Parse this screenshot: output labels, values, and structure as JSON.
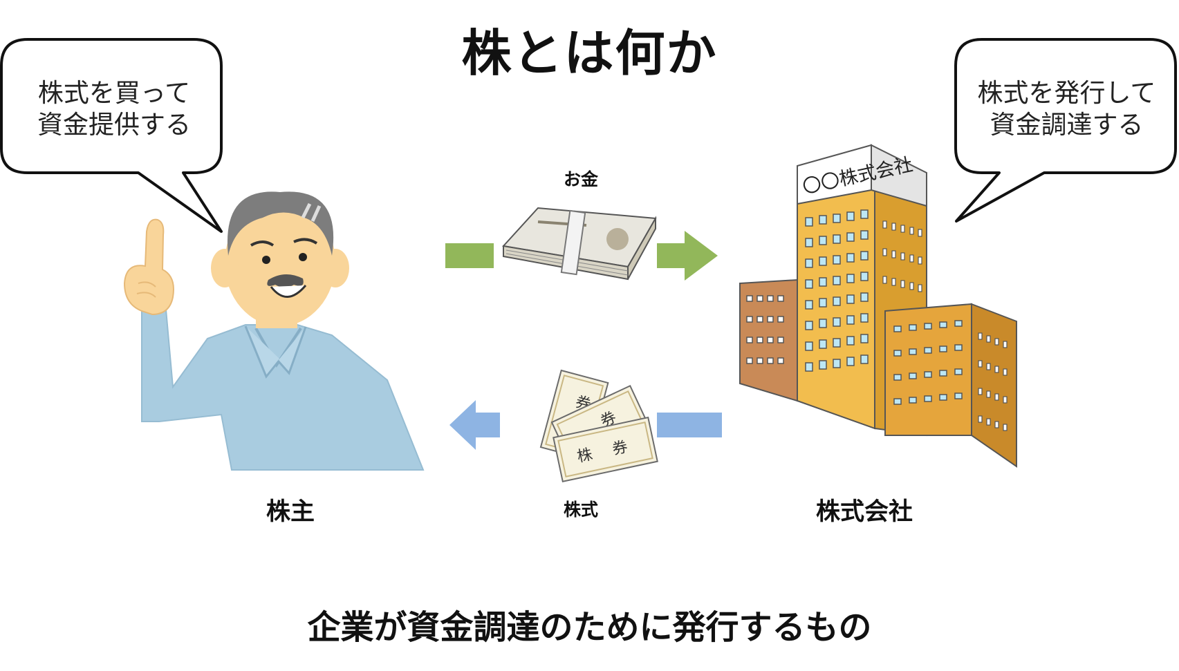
{
  "title": "株とは何か",
  "subtitle": "企業が資金調達のために発行するもの",
  "shareholder": {
    "label": "株主",
    "speech_line1": "株式を買って",
    "speech_line2": "資金提供する",
    "icon": "shareholder-person-icon"
  },
  "company": {
    "label": "株式会社",
    "building_sign": "〇〇株式会社",
    "speech_line1": "株式を発行して",
    "speech_line2": "資金調達する",
    "icon": "company-building-icon"
  },
  "money_flow": {
    "label": "お金",
    "icon": "money-bundle-icon",
    "arrow_color": "#92B75A",
    "direction": "shareholder-to-company"
  },
  "stock_flow": {
    "label": "株式",
    "icon": "stock-certificate-icon",
    "certificate_text": "株券",
    "arrow_color": "#8EB4E3",
    "direction": "company-to-shareholder"
  }
}
